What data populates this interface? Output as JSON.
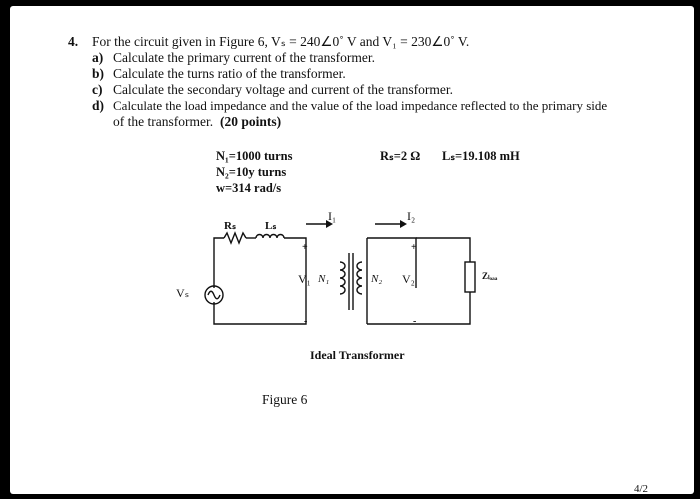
{
  "problem": {
    "number": "4.",
    "intro": "For the circuit given in Figure 6, Vₛ = 240∠0˚ V and V₁ = 230∠0˚ V.",
    "parts": [
      {
        "letter": "a)",
        "text": "Calculate the primary current of the transformer."
      },
      {
        "letter": "b)",
        "text": "Calculate the turns ratio of the transformer."
      },
      {
        "letter": "c)",
        "text": "Calculate the secondary voltage and current of the transformer."
      },
      {
        "letter": "d)",
        "text": "Calculate the load impedance and the value of the load impedance reflected to the primary side"
      }
    ],
    "part_d_cont": "of the transformer.",
    "points": "(20 points)"
  },
  "params": {
    "n1": "N₁=1000 turns",
    "n2": "N₂=10y  turns",
    "w": "w=314 rad/s",
    "rs": "Rₛ=2 Ω",
    "ls": "Lₛ=19.108 mH"
  },
  "circuit": {
    "rs": "Rₛ",
    "ls": "Lₛ",
    "i1": "I₁",
    "i2": "I₂",
    "vs": "Vₛ",
    "v1": "V₁",
    "v2": "V₂",
    "n1": "N₁",
    "n2": "N₂",
    "zload": "Zₗₒₐₐ",
    "plus": "+",
    "minus": "-",
    "transformer_label": "Ideal Transformer"
  },
  "figure_caption": "Figure 6",
  "page_number": "4/2"
}
